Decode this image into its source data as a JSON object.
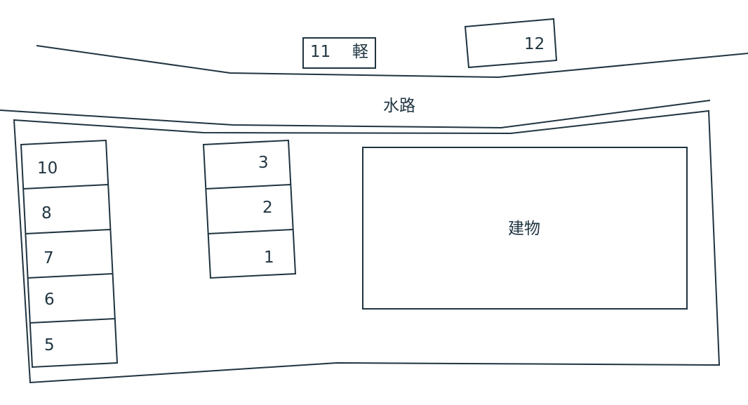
{
  "diagram": {
    "stroke_color": "#1f3440",
    "background_color": "#ffffff",
    "waterway_label": "水路",
    "building_label": "建物",
    "light_vehicle_label": "軽",
    "spaces": {
      "s1": "1",
      "s2": "2",
      "s3": "3",
      "s5": "5",
      "s6": "6",
      "s7": "7",
      "s8": "8",
      "s10": "10",
      "s11": "11",
      "s12": "12"
    }
  }
}
